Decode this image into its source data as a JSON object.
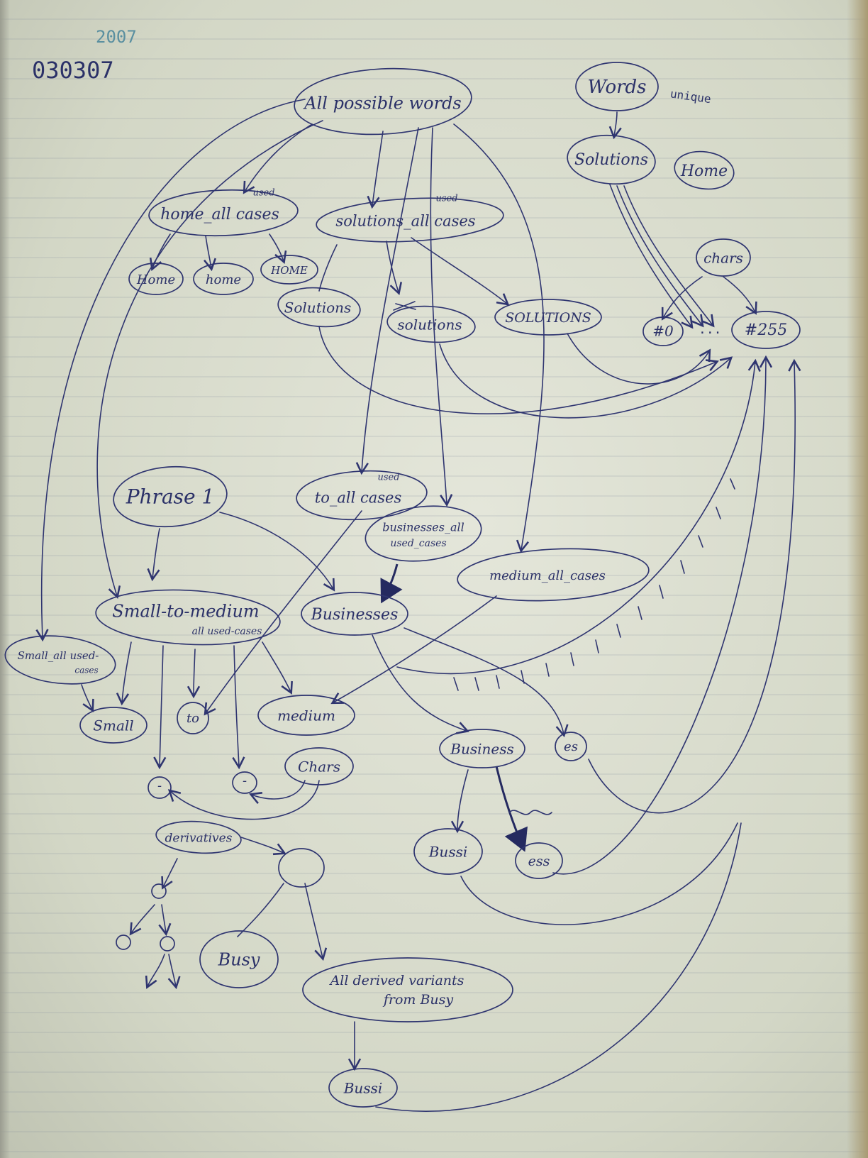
{
  "header": {
    "date_top": "2007",
    "date_code": "030307"
  },
  "annotations": {
    "unique": "unique",
    "ellipsis": "..."
  },
  "nodes": {
    "all_possible_words": "All possible words",
    "words": "Words",
    "solutions_top_right": "Solutions",
    "home_top_right": "Home",
    "home_all_cases": "home_all cases",
    "home_all_cases_used": "used",
    "solutions_all_cases": "solutions_all cases",
    "solutions_all_cases_used": "used",
    "home_cap": "Home",
    "home_lower": "home",
    "home_upper": "HOME",
    "solutions_cap": "Solutions",
    "solutions_struck": "solutions",
    "solutions_upper": "SOLUTIONS",
    "chars_top": "chars",
    "hash0": "#0",
    "hash255": "#255",
    "phrase1": "Phrase 1",
    "to_all_cases": "to_all cases",
    "to_all_cases_used": "used",
    "businesses_all_used_cases_1": "businesses_all",
    "businesses_all_used_cases_2": "used_cases",
    "medium_all_cases": "medium_all_cases",
    "small_to_medium": "Small-to-medium",
    "small_to_medium_sub": "all used-cases",
    "businesses": "Businesses",
    "small_all_used_cases_1": "Small_all used-",
    "small_all_used_cases_2": "cases",
    "small": "Small",
    "to": "to",
    "medium": "medium",
    "business": "Business",
    "es": "es",
    "dash1": "-",
    "dash2": "-",
    "chars_mid": "Chars",
    "derivatives": "derivatives",
    "bussi_mid": "Bussi",
    "ess": "ess",
    "busy": "Busy",
    "all_derived_variants_1": "All derived variants",
    "all_derived_variants_2": "from Busy",
    "bussi_bottom": "Bussi"
  }
}
